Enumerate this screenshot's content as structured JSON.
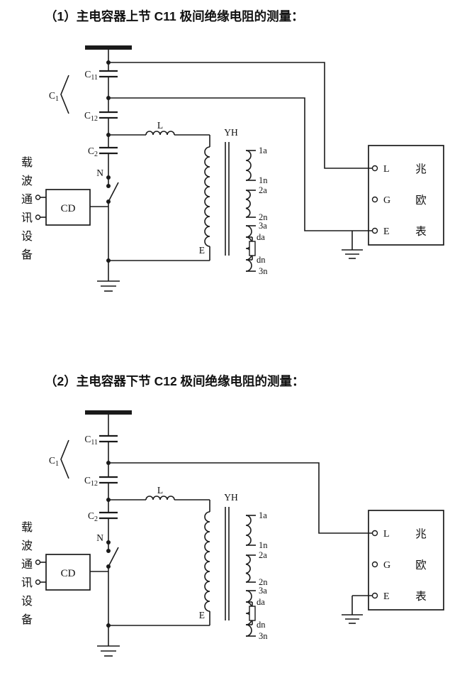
{
  "diagram1": {
    "title": "（1）主电容器上节 C11 极间绝缘电阻的测量："
  },
  "diagram2": {
    "title": "（2）主电容器下节 C12 极间绝缘电阻的测量："
  },
  "labels": {
    "c1": {
      "main": "C",
      "sub": "1"
    },
    "c11": {
      "main": "C",
      "sub": "11"
    },
    "c12": {
      "main": "C",
      "sub": "12"
    },
    "c2": {
      "main": "C",
      "sub": "2"
    },
    "n": "N",
    "cd_device": "CD",
    "inductor": "L",
    "voltage_transformer": "YH",
    "earth": "E",
    "secondary": [
      "1a",
      "1n",
      "2a",
      "2n",
      "3a",
      "da",
      "dn",
      "3n"
    ],
    "carrier_device_vertical": [
      "载",
      "波",
      "通",
      "讯",
      "设",
      "备"
    ],
    "meter_terminals": [
      "L",
      "G",
      "E"
    ],
    "meter_name": [
      "兆",
      "欧",
      "表"
    ]
  },
  "colors": {
    "line": "#1a1a1a",
    "background": "#ffffff"
  }
}
